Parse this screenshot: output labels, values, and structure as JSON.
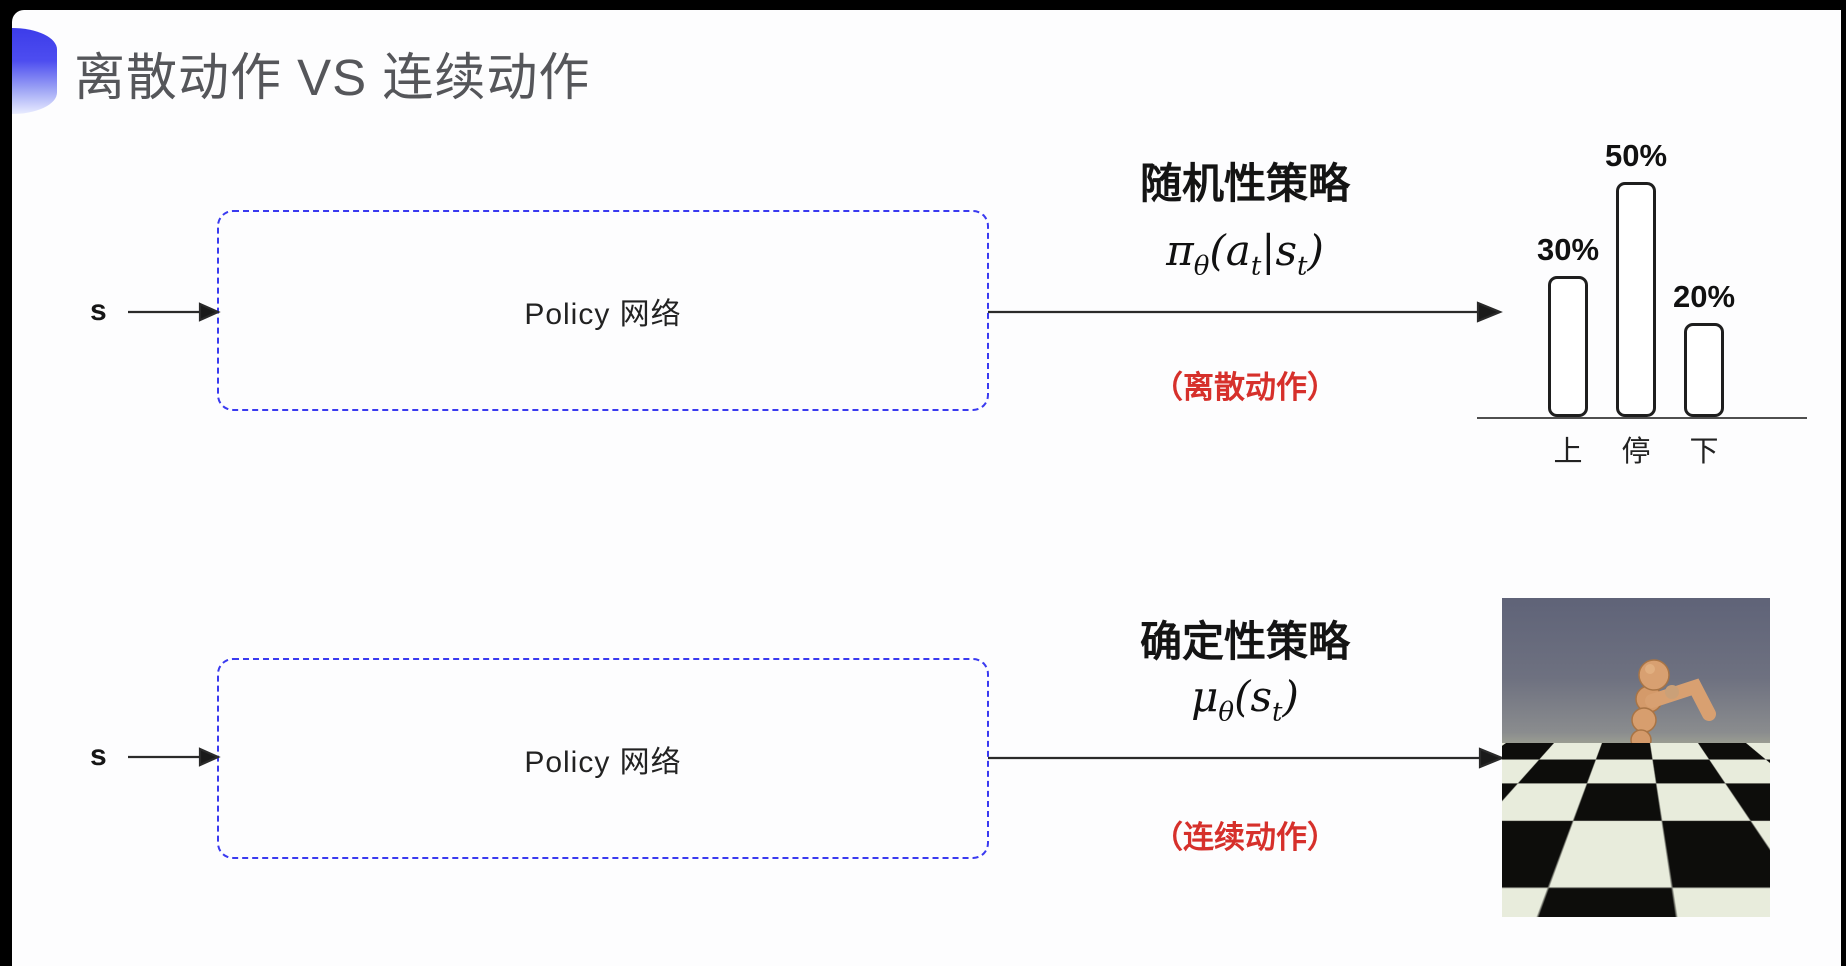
{
  "slide": {
    "title": "离散动作 VS 连续动作"
  },
  "stochastic_row": {
    "input_label": "s",
    "box_label": "Policy 网络",
    "policy_title": "随机性策略",
    "formula": {
      "f1": "π",
      "f1sub": "θ",
      "f2": "(a",
      "f2sub": "t",
      "f3": "|s",
      "f3sub": "t",
      "f4": ")"
    },
    "note": "（离散动作）"
  },
  "deterministic_row": {
    "input_label": "s",
    "box_label": "Policy 网络",
    "policy_title": "确定性策略",
    "formula": {
      "f1": "μ",
      "f1sub": "θ",
      "f2": "(s",
      "f2sub": "t",
      "f3": ")",
      "f4": ""
    },
    "note": "（连续动作）"
  },
  "chart_data": {
    "type": "bar",
    "categories": [
      "上",
      "停",
      "下"
    ],
    "values": [
      30,
      50,
      20
    ],
    "value_labels": [
      "30%",
      "50%",
      "20%"
    ],
    "title": "",
    "xlabel": "",
    "ylabel": "",
    "ylim": [
      0,
      55
    ],
    "grid": false,
    "legend": "none",
    "bar_style": "white fill, black rounded outline"
  },
  "robot_image": {
    "description": "mujoco-humanoid-running-on-checkerboard"
  },
  "colors": {
    "accent_blue": "#3a3af0",
    "note_red": "#d6302b",
    "title_gray": "#55565a",
    "robot_tan": "#d49a6a",
    "sky_gray_blue": "#6e7180"
  }
}
